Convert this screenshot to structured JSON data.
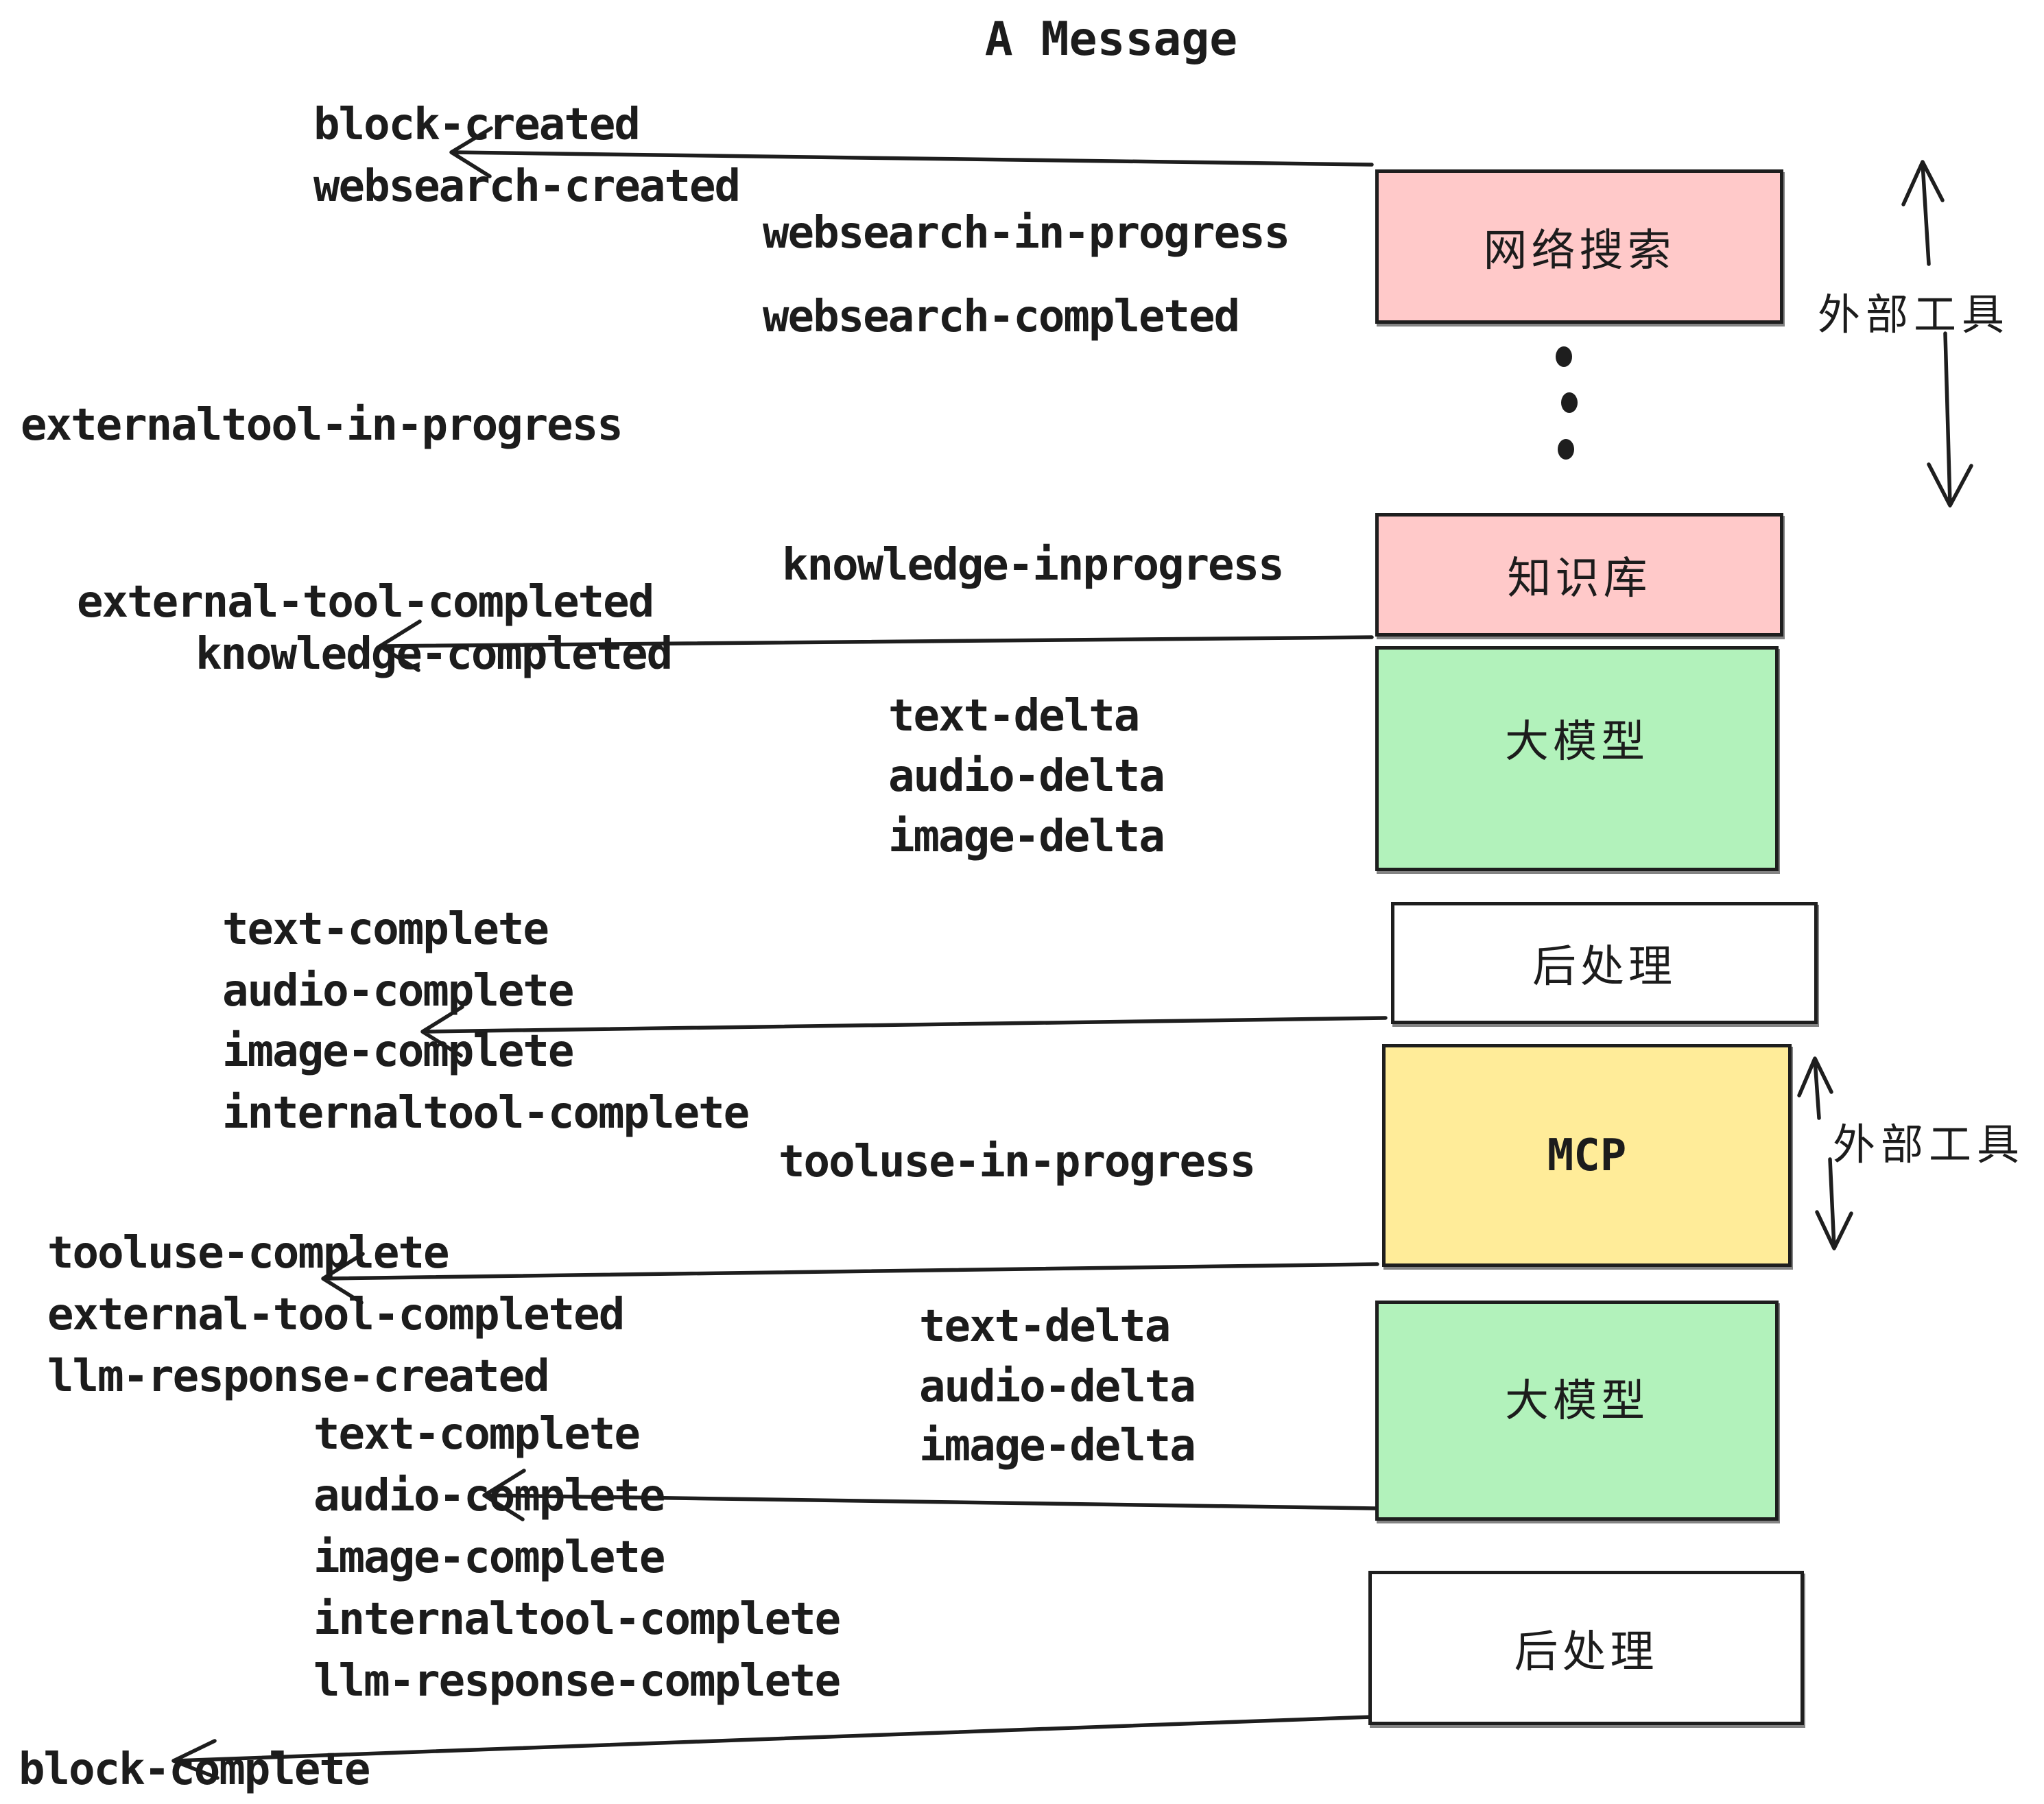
{
  "title": "A Message",
  "colors": {
    "pink": "#ffc9c9",
    "green": "#b2f2bb",
    "yellow": "#ffec99",
    "white": "#ffffff",
    "ink": "#1e1e1e"
  },
  "boxes": {
    "websearch": {
      "label": "网络搜索"
    },
    "knowledge": {
      "label": "知识库"
    },
    "llm1": {
      "label": "大模型"
    },
    "post1": {
      "label": "后处理"
    },
    "mcp": {
      "label": "MCP"
    },
    "llm2": {
      "label": "大模型"
    },
    "post2": {
      "label": "后处理"
    }
  },
  "side_labels": {
    "external_tools_upper": "外部工具",
    "external_tools_lower": "外部工具"
  },
  "events": {
    "block_created": "block-created",
    "websearch_created": "websearch-created",
    "websearch_in_progress": "websearch-in-progress",
    "websearch_completed": "websearch-completed",
    "externaltool_in_progress": "externaltool-in-progress",
    "knowledge_inprogress": "knowledge-inprogress",
    "external_tool_completed": "external-tool-completed",
    "knowledge_completed": "knowledge-completed",
    "tooluse_in_progress": "tooluse-in-progress",
    "block_complete": "block-complete"
  },
  "lists": {
    "delta1": [
      "text-delta",
      "audio-delta",
      "image-delta"
    ],
    "complete1": [
      "text-complete",
      "audio-complete",
      "image-complete",
      "internaltool-complete"
    ],
    "tool_response": [
      "tooluse-complete",
      "external-tool-completed",
      "llm-response-created"
    ],
    "complete2": [
      "text-complete",
      "audio-complete",
      "image-complete",
      "internaltool-complete",
      "llm-response-complete"
    ],
    "delta2": [
      "text-delta",
      "audio-delta",
      "image-delta"
    ]
  }
}
